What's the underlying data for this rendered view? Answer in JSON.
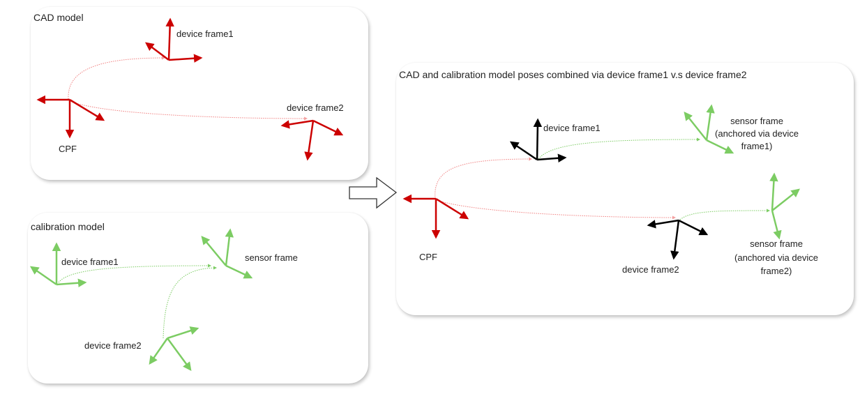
{
  "colors": {
    "cad_frame": "#cc0000",
    "cad_link": "#f08080",
    "calibration_frame": "#7ccc63",
    "device_frame_combined": "#000000",
    "text": "#222222"
  },
  "panels": {
    "cad_model": {
      "title": "CAD model",
      "labels": {
        "device_frame1": "device frame1",
        "device_frame2": "device frame2",
        "cpf": "CPF"
      }
    },
    "calibration_model": {
      "title": "calibration model",
      "labels": {
        "device_frame1": "device frame1",
        "device_frame2": "device frame2",
        "sensor_frame": "sensor frame"
      }
    },
    "combined": {
      "title": "CAD and calibration model poses combined via device frame1 v.s device frame2",
      "labels": {
        "device_frame1": "device frame1",
        "device_frame2": "device frame2",
        "cpf": "CPF",
        "sensor_frame1_line1": "sensor frame",
        "sensor_frame1_line2": "(anchored via device",
        "sensor_frame1_line3": "frame1)",
        "sensor_frame2_line1": "sensor frame",
        "sensor_frame2_line2": "(anchored via device",
        "sensor_frame2_line3": "frame2)"
      }
    }
  },
  "transition_arrow_icon": "hollow-right-arrow"
}
